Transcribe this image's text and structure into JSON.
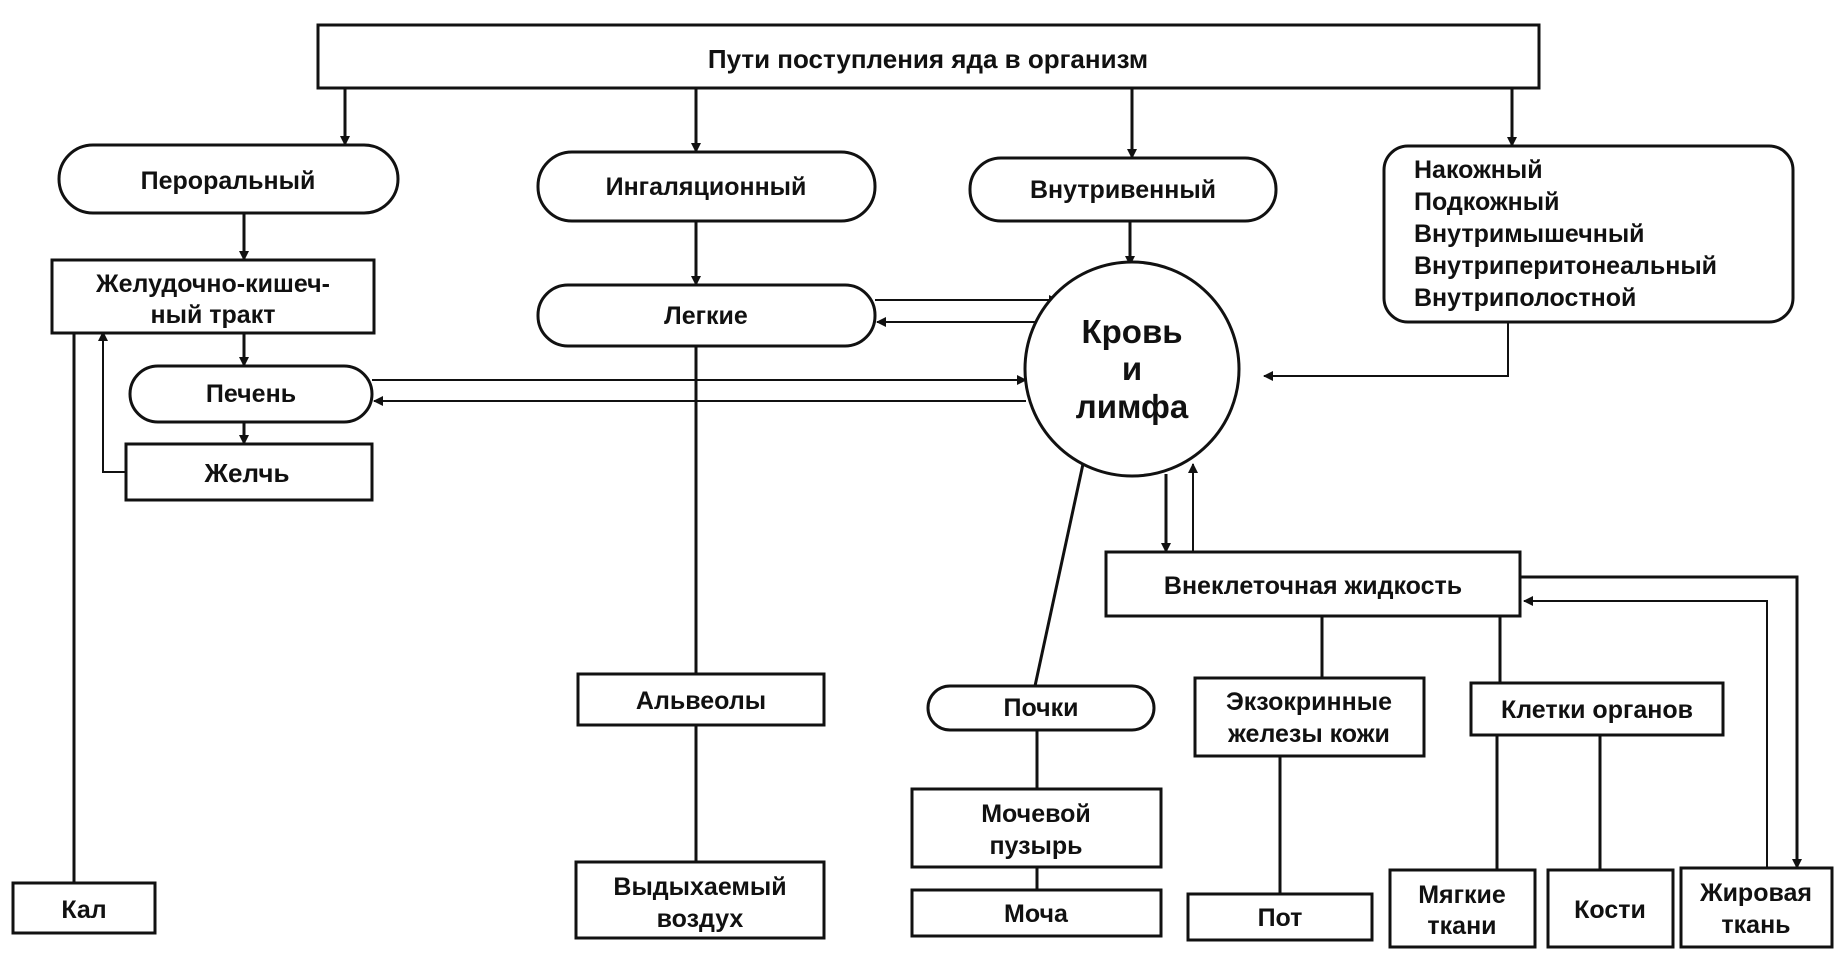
{
  "title": "Пути поступления яда в организм",
  "routes": {
    "peroral": "Пероральный",
    "inhalation": "Ингаляционный",
    "intravenous": "Внутривенный",
    "other": [
      "Накожный",
      "Подкожный",
      "Внутримышечный",
      "Внутриперитонеальный",
      "Внутриполостной"
    ]
  },
  "gi_tract": [
    "Желудочно-кишеч-",
    "ный тракт"
  ],
  "liver": "Печень",
  "bile": "Желчь",
  "lungs": "Легкие",
  "blood": [
    "Кровь",
    "и",
    "лимфа"
  ],
  "extracellular": "Внеклеточная жидкость",
  "alveoli": "Альвеолы",
  "kidneys": "Почки",
  "exocrine": [
    "Экзокринные",
    "железы кожи"
  ],
  "organ_cells": "Клетки органов",
  "bladder": [
    "Мочевой",
    "пузырь"
  ],
  "feces": "Кал",
  "exhaled": [
    "Выдыхаемый",
    "воздух"
  ],
  "urine": "Моча",
  "sweat": "Пот",
  "soft_tissue": [
    "Мягкие",
    "ткани"
  ],
  "bones": "Кости",
  "fat": [
    "Жировая",
    "ткань"
  ]
}
